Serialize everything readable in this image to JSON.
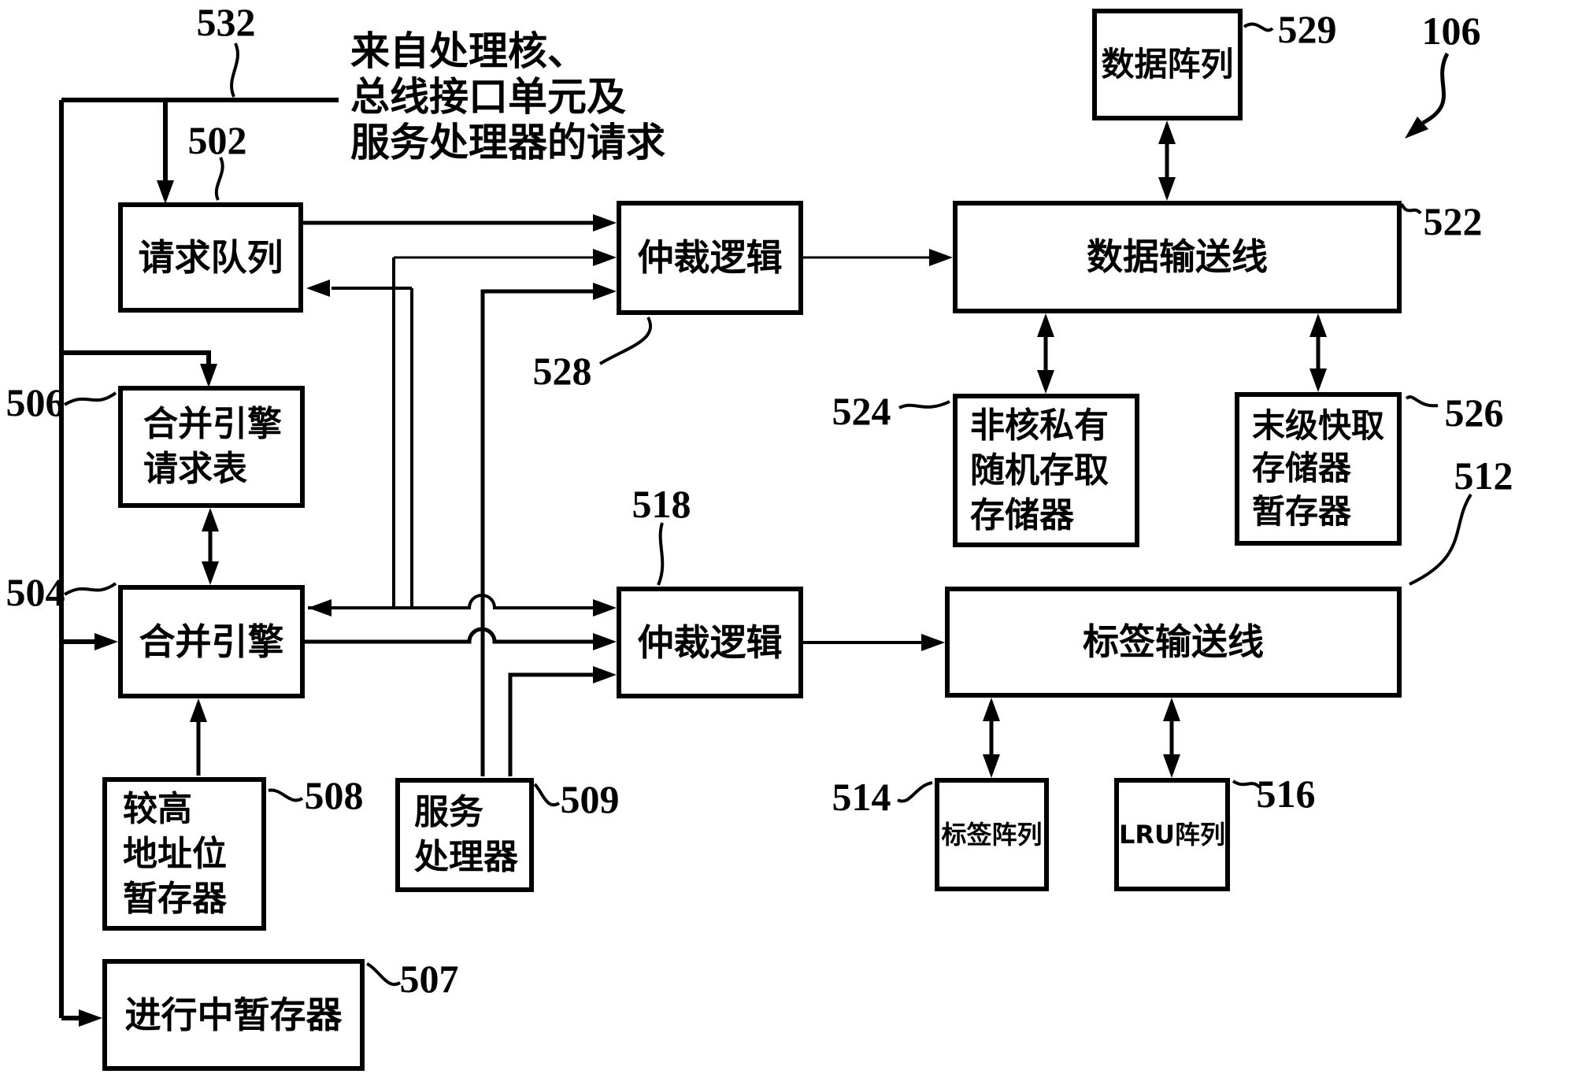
{
  "figure": {
    "figure_ref": "106",
    "input_bus_ref": "532",
    "annotation": {
      "line1": "来自处理核、",
      "line2": "总线接口单元及",
      "line3": "服务处理器的请求"
    },
    "boxes": {
      "request_queue": {
        "ref": "502",
        "label": "请求队列"
      },
      "merge_engine_request_table": {
        "ref": "506",
        "line1": "合并引擎",
        "line2": "请求表"
      },
      "merge_engine": {
        "ref": "504",
        "label": "合并引擎"
      },
      "higher_address_bits_register": {
        "ref": "508",
        "line1": "较高",
        "line2": "地址位",
        "line3": "暂存器"
      },
      "in_progress_register": {
        "ref": "507",
        "label": "进行中暂存器"
      },
      "service_processor": {
        "ref": "509",
        "line1": "服务",
        "line2": "处理器"
      },
      "arbitration_logic_data": {
        "ref": "528",
        "label": "仲裁逻辑"
      },
      "arbitration_logic_tag": {
        "ref": "518",
        "label": "仲裁逻辑"
      },
      "data_array": {
        "ref": "529",
        "label": "数据阵列"
      },
      "data_pipeline": {
        "ref": "522",
        "label": "数据输送线"
      },
      "uncore_private_ram": {
        "ref": "524",
        "line1": "非核私有",
        "line2": "随机存取",
        "line3": "存储器"
      },
      "llc_register": {
        "ref": "526",
        "line1": "末级快取",
        "line2": "存储器",
        "line3": "暂存器"
      },
      "tag_pipeline": {
        "ref": "512",
        "label": "标签输送线"
      },
      "tag_array": {
        "ref": "514",
        "label": "标签阵列"
      },
      "lru_array": {
        "ref": "516",
        "label": "LRU阵列"
      }
    },
    "colors": {
      "ink": "#000000",
      "background": "#ffffff"
    }
  }
}
